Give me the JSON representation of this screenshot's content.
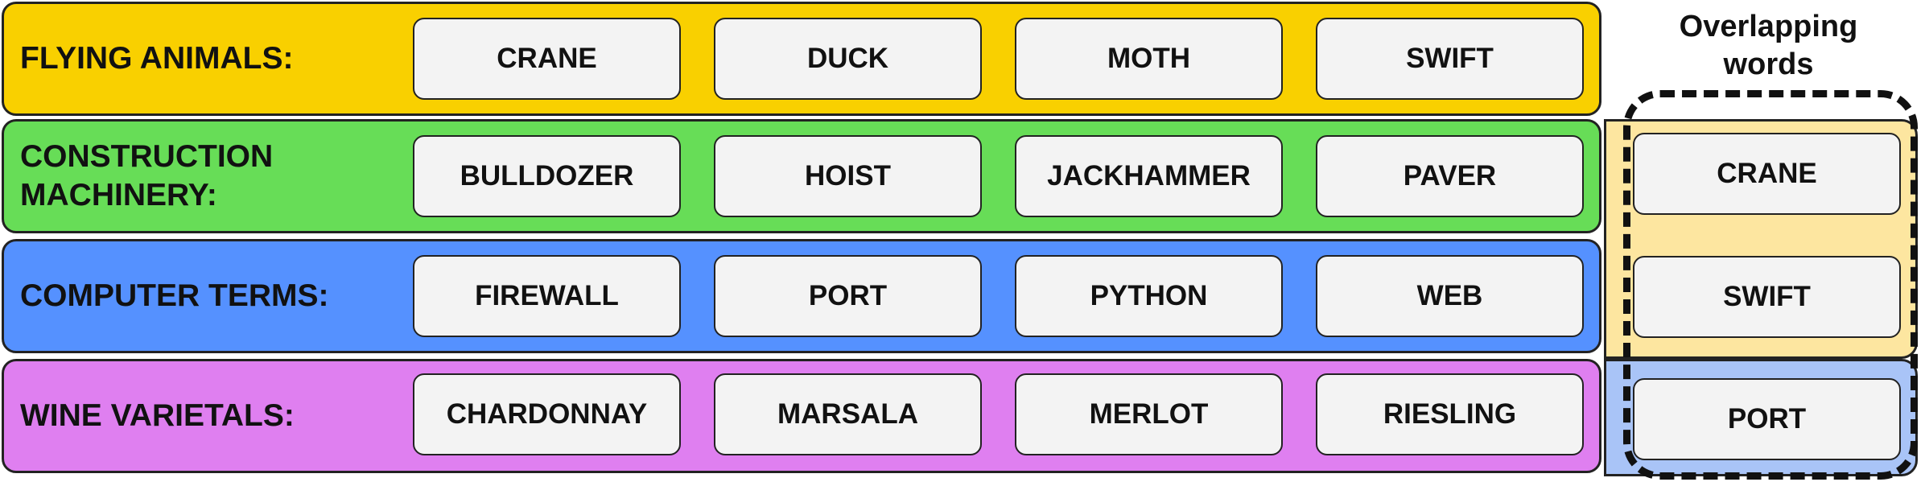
{
  "colors": {
    "flying": "#f9d000",
    "construction": "#67dd57",
    "computer": "#5591ff",
    "wine": "#df7ff0",
    "side_yellow": "#fde6a0",
    "side_blue": "#a9c4f7",
    "word_box": "#f3f3f3"
  },
  "groups": [
    {
      "label": "FLYING ANIMALS:",
      "words": [
        "CRANE",
        "DUCK",
        "MOTH",
        "SWIFT"
      ]
    },
    {
      "label": "CONSTRUCTION\nMACHINERY:",
      "words": [
        "BULLDOZER",
        "HOIST",
        "JACKHAMMER",
        "PAVER"
      ]
    },
    {
      "label": "COMPUTER TERMS:",
      "words": [
        "FIREWALL",
        "PORT",
        "PYTHON",
        "WEB"
      ]
    },
    {
      "label": "WINE VARIETALS:",
      "words": [
        "CHARDONNAY",
        "MARSALA",
        "MERLOT",
        "RIESLING"
      ]
    }
  ],
  "overlap": {
    "title": "Overlapping\nwords",
    "words": [
      "CRANE",
      "SWIFT",
      "PORT"
    ]
  }
}
